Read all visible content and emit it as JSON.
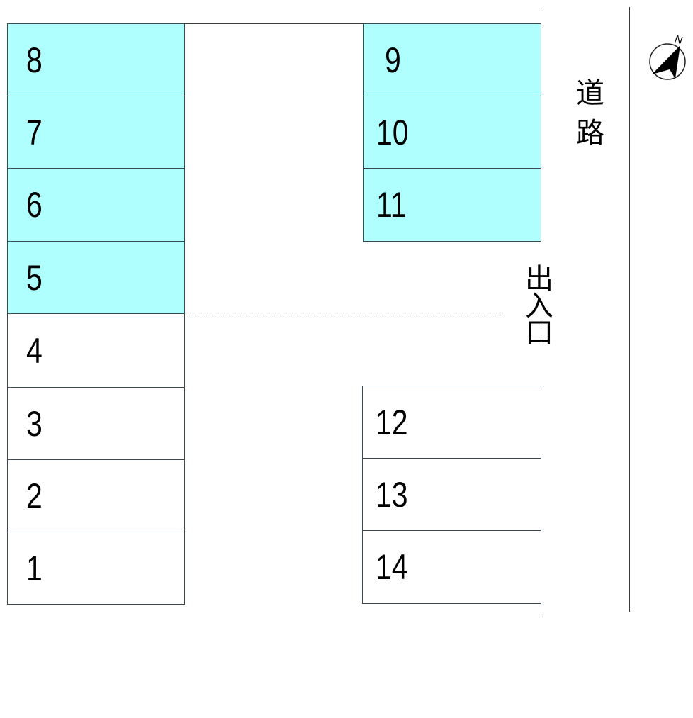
{
  "diagram": {
    "type": "parking-lot-layout",
    "colors": {
      "shaded_fill": "#b0ffff",
      "line": "#3a4a4f",
      "background": "#ffffff"
    },
    "spaces_left": [
      {
        "number": "8",
        "shaded": true
      },
      {
        "number": "7",
        "shaded": true
      },
      {
        "number": "6",
        "shaded": true
      },
      {
        "number": "5",
        "shaded": true
      },
      {
        "number": "4",
        "shaded": false
      },
      {
        "number": "3",
        "shaded": false
      },
      {
        "number": "2",
        "shaded": false
      },
      {
        "number": "1",
        "shaded": false
      }
    ],
    "spaces_right_top": [
      {
        "number": "9",
        "shaded": true
      },
      {
        "number": "10",
        "shaded": true
      },
      {
        "number": "11",
        "shaded": true
      }
    ],
    "spaces_right_bottom": [
      {
        "number": "12",
        "shaded": false
      },
      {
        "number": "13",
        "shaded": false
      },
      {
        "number": "14",
        "shaded": false
      }
    ],
    "labels": {
      "road": "道路",
      "entrance": "出入口"
    },
    "compass": {
      "icon": "north-arrow-icon",
      "label": "N"
    }
  }
}
